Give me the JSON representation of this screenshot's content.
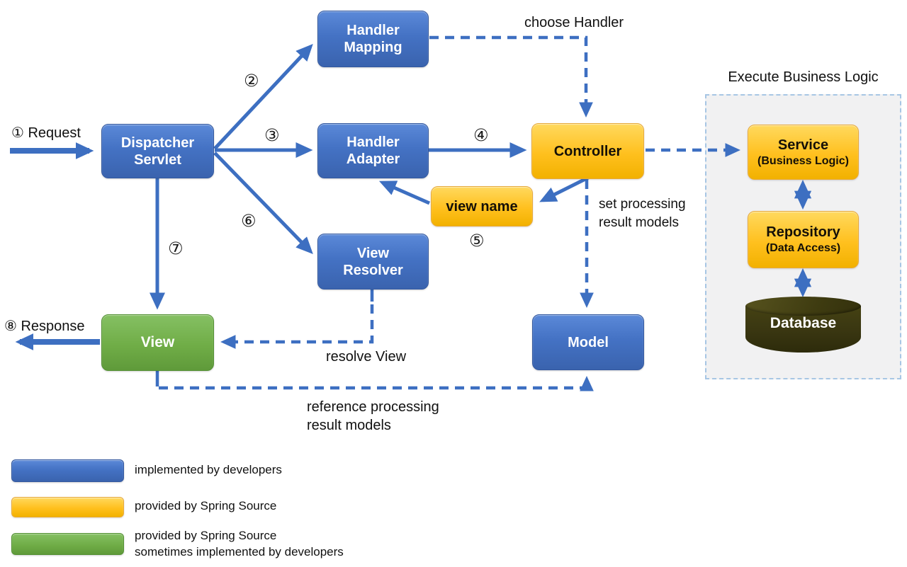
{
  "diagram": {
    "title_panel": "Execute Business Logic",
    "nodes": {
      "dispatcher_servlet": "Dispatcher\nServlet",
      "handler_mapping": "Handler\nMapping",
      "handler_adapter": "Handler\nAdapter",
      "view_resolver": "View\nResolver",
      "controller": "Controller",
      "view_name": "view name",
      "model": "Model",
      "view": "View",
      "service": "Service",
      "service_sub": "(Business Logic)",
      "repository": "Repository",
      "repository_sub": "(Data Access)",
      "database": "Database"
    },
    "flow_labels": {
      "request": "① Request",
      "response": "⑧ Response",
      "step2": "②",
      "step3": "③",
      "step4": "④",
      "step5": "⑤",
      "step6": "⑥",
      "step7": "⑦",
      "choose_handler": "choose Handler",
      "set_processing": "set processing\nresult models",
      "resolve_view": "resolve View",
      "reference_processing": "reference processing\nresult models"
    },
    "colors": {
      "arrow_blue": "#3d6fc1",
      "box_blue": "#4472c4",
      "box_yellow": "#ffc000",
      "box_green": "#70ad47",
      "database_dark": "#393611",
      "panel_bg": "#f1f1f2",
      "panel_border": "#a7c6e4"
    },
    "legend": {
      "items": [
        {
          "color": "#4472c4",
          "label": "implemented by developers"
        },
        {
          "color": "#ffc000",
          "label": "provided by Spring Source"
        },
        {
          "color": "#70ad47",
          "label": "provided by Spring Source\nsometimes implemented by developers"
        }
      ]
    }
  }
}
